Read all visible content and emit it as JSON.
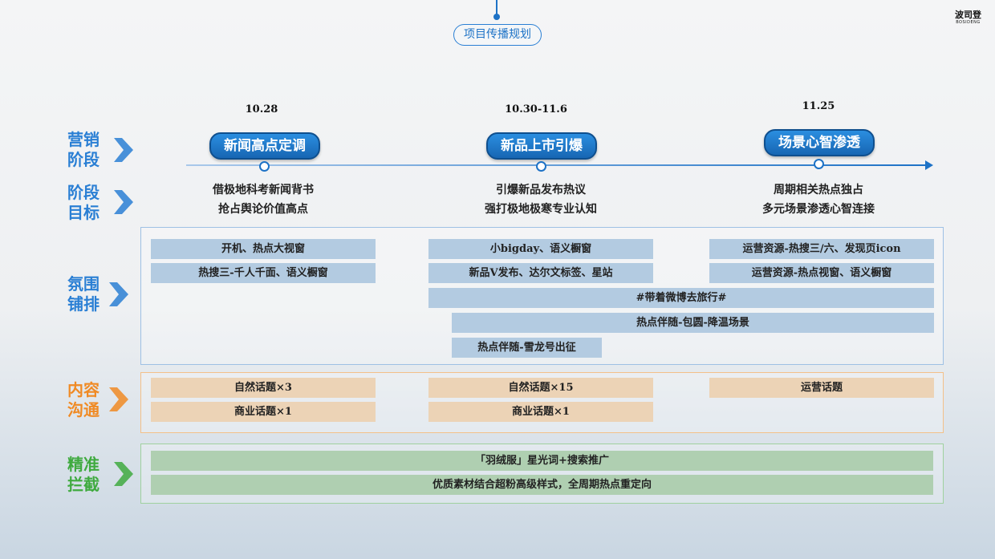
{
  "header": {
    "title": "项目传播规划",
    "logo_cn": "波司登",
    "logo_en": "BOSIDENG"
  },
  "rows": {
    "marketing_stage": "营销阶段",
    "stage_goal": "阶段目标",
    "atmosphere": "氛围铺排",
    "content": "内容沟通",
    "precise": "精准拦截"
  },
  "stages": [
    {
      "date": "10.28",
      "name": "新闻高点定调",
      "goal_line1": "借极地科考新闻背书",
      "goal_line2": "抢占舆论价值高点"
    },
    {
      "date": "10.30-11.6",
      "name": "新品上市引爆",
      "goal_line1": "引爆新品发布热议",
      "goal_line2": "强打极地极寒专业认知"
    },
    {
      "date": "11.25",
      "name": "场景心智渗透",
      "goal_line1": "周期相关热点独占",
      "goal_line2": "多元场景渗透心智连接"
    }
  ],
  "atmosphere_bars": {
    "a1": "开机、热点大视窗",
    "a2": "热搜三-千人千面、语义橱窗",
    "b1": "小bigday、语义橱窗",
    "b2": "新品V发布、达尔文标签、星站",
    "c1": "运营资源-热搜三/六、发现页icon",
    "c2": "运营资源-热点视窗、语义橱窗",
    "wide1": "#带着微博去旅行#",
    "wide2": "热点伴随-包圆-降温场景",
    "small": "热点伴随-雪龙号出征"
  },
  "content_bars": {
    "a1": "自然话题×3",
    "a2": "商业话题×1",
    "b1": "自然话题×15",
    "b2": "商业话题×1",
    "c1": "运营话题"
  },
  "precise_bars": {
    "p1": "「羽绒服」星光词+搜索推广",
    "p2": "优质素材结合超粉高级样式，全周期热点重定向"
  },
  "colors": {
    "blue": "#2a7fd4",
    "orange": "#f08a24",
    "green": "#3faa3f",
    "stage_pill": "#1766b3"
  }
}
